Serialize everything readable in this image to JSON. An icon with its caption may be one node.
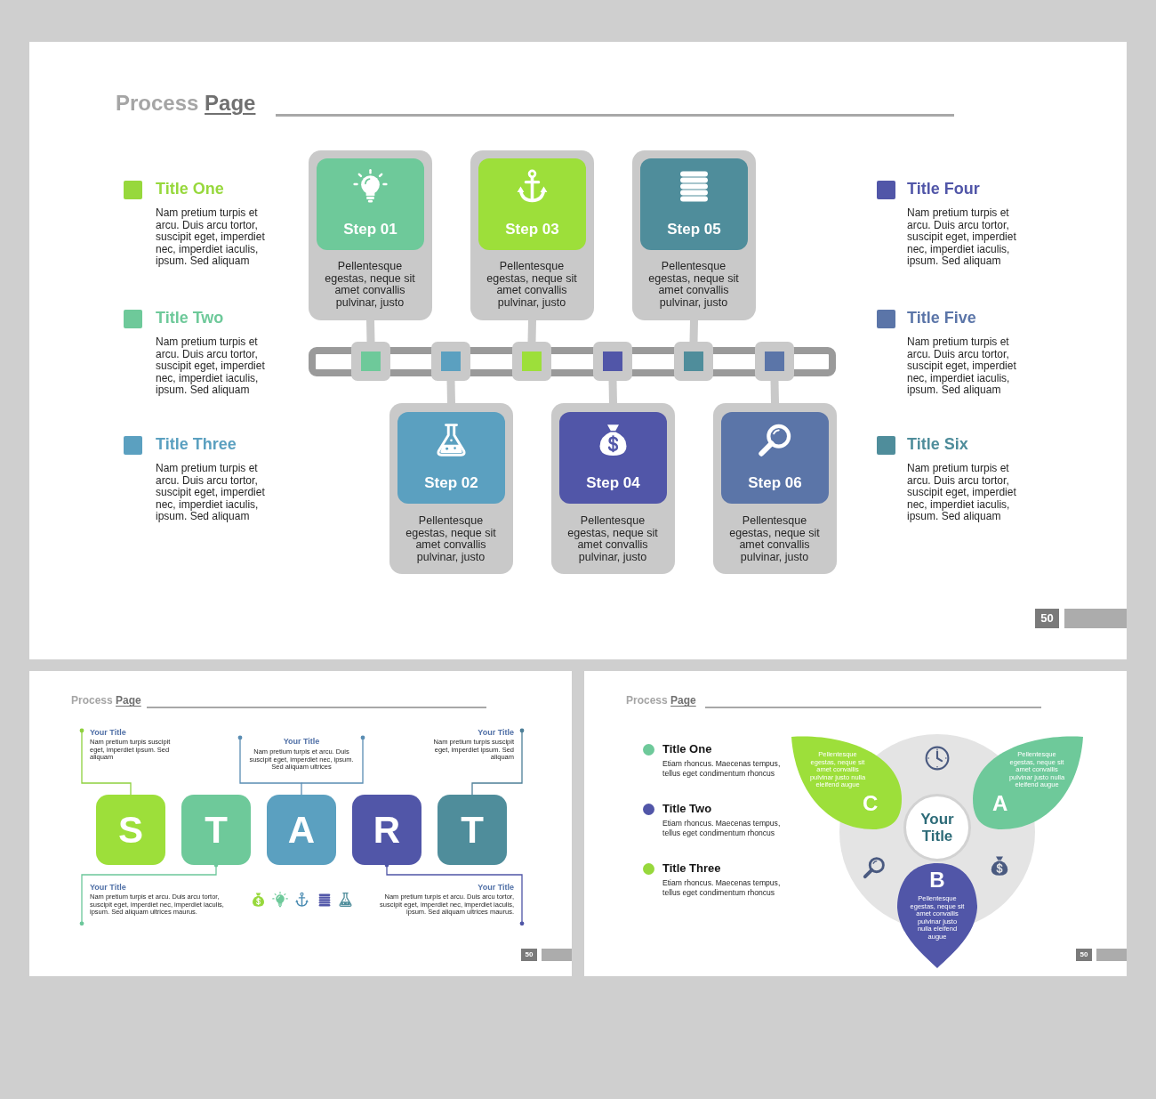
{
  "diagram": {
    "nodes": [
      {
        "text": [
          "Process Page"
        ]
      },
      {
        "text": [
          "Pellentesque egestas, neque sit amet convallis pulvinar, justo"
        ],
        "in": 0
      },
      {
        "text": [
          "Step 01"
        ],
        "in": 1
      },
      {
        "text": [
          "Pellentesque egestas, neque sit amet convallis pulvinar, justo"
        ],
        "in": 0
      },
      {
        "text": [
          "Step 03"
        ],
        "in": 3
      },
      {
        "text": [
          "Pellentesque egestas, neque sit amet convallis pulvinar, justo"
        ],
        "in": 0
      },
      {
        "text": [
          "Step 05"
        ],
        "in": 5
      },
      {
        "text": [],
        "shape": "box",
        "in": 0
      },
      {
        "text": [],
        "shape": "box",
        "in": 0
      },
      {
        "text": [],
        "shape": "box",
        "in": 0
      },
      {
        "text": [],
        "shape": "box",
        "in": 0
      },
      {
        "text": [],
        "shape": "box",
        "in": 0
      },
      {
        "text": [],
        "shape": "box",
        "in": 0
      },
      {
        "text": [
          "Pellentesque egestas, neque sit amet convallis pulvinar, justo"
        ],
        "in": 0
      },
      {
        "text": [
          "Step 02"
        ],
        "in": 13
      },
      {
        "text": [
          "Pellentesque egestas, neque sit amet convallis pulvinar, justo"
        ],
        "in": 0
      },
      {
        "text": [
          "Step 04"
        ],
        "in": 15
      },
      {
        "text": [
          "Pellentesque egestas, neque sit amet convallis pulvinar, justo"
        ],
        "in": 0
      },
      {
        "text": [
          "Step 06"
        ],
        "in": 17
      },
      {
        "text": [
          "50"
        ],
        "in": 0
      },
      {
        "text": [
          "Process Page"
        ]
      },
      {
        "text": [
          "Your Title",
          "Nam pretium turpis suscipit eget, imperdiet ipsum. Sed aliquam"
        ],
        "in": 20
      },
      {
        "text": [
          "Your Title",
          "Nam pretium turpis et arcu. Duis suscipit eget, imperdiet nec, ipsum. Sed aliquam ultrices"
        ],
        "in": 20
      },
      {
        "text": [
          "Your Title",
          "Nam pretium turpis suscipit eget, imperdiet ipsum. Sed aliquam"
        ],
        "in": 20
      },
      {
        "text": [
          "S"
        ],
        "in": 20
      },
      {
        "text": [
          "T"
        ],
        "in": 20
      },
      {
        "text": [
          "A"
        ],
        "in": 20
      },
      {
        "text": [
          "R"
        ],
        "in": 20
      },
      {
        "text": [
          "T"
        ],
        "in": 20
      },
      {
        "text": [
          "Your Title",
          "Nam pretium turpis et arcu. Duis arcu tortor, suscipit eget, imperdiet nec, imperdiet iaculis, ipsum. Sed aliquam ultrices maurus."
        ],
        "in": 20
      },
      {
        "text": [
          "Your Title",
          "Nam pretium turpis et arcu. Duis arcu tortor, suscipit eget, imperdiet nec, imperdiet iaculis, ipsum. Sed aliquam ultrices maurus."
        ],
        "in": 20
      },
      {
        "text": [
          "50"
        ],
        "in": 20
      },
      {
        "text": [
          "Process Page"
        ]
      },
      {
        "text": [
          "Pellentesque egestas, neque sit amet convallis pulvinar justo nulla eleifend augue",
          "C"
        ],
        "in": 32
      },
      {
        "text": [
          "Pellentesque egestas, neque sit amet convallis pulvinar justo nulla eleifend augue",
          "A"
        ],
        "in": 32
      },
      {
        "text": [
          "Your Title"
        ],
        "in": 32
      },
      {
        "text": [
          "B",
          "Pellentesque egestas, neque sit amet convallis pulvinar justo nulla eleifend augue"
        ],
        "in": 32
      },
      {
        "text": [
          "50"
        ],
        "in": 32
      }
    ],
    "edges": [
      {
        "from": 1,
        "to": 7,
        "arrow": "none"
      },
      {
        "from": 13,
        "to": 8,
        "arrow": "none"
      },
      {
        "from": 3,
        "to": 9,
        "arrow": "none"
      },
      {
        "from": 15,
        "to": 10,
        "arrow": "none"
      },
      {
        "from": 5,
        "to": 11,
        "arrow": "none"
      },
      {
        "from": 17,
        "to": 12,
        "arrow": "none"
      },
      {
        "from": 21,
        "to": 24,
        "arrow": "other",
        "color": "#8fd13f"
      },
      {
        "from": 22,
        "to": 26,
        "arrow": "other",
        "color": "#5a8db3"
      },
      {
        "from": 23,
        "to": 28,
        "arrow": "other",
        "color": "#4e7f98"
      },
      {
        "from": 29,
        "to": 25,
        "arrow": "other",
        "color": "#6cc79a"
      },
      {
        "from": 30,
        "to": 27,
        "arrow": "other",
        "color": "#4f55a6"
      }
    ],
    "labels": [
      "Nam pretium turpis et arcu. Duis arcu tortor, suscipit eget, imperdiet nec, imperdiet iaculis, ipsum. Sed aliquam",
      "Nam pretium turpis et arcu. Duis arcu tortor, suscipit eget, imperdiet nec, imperdiet iaculis, ipsum. Sed aliquam",
      "Nam pretium turpis et arcu. Duis arcu tortor, suscipit eget, imperdiet nec, imperdiet iaculis, ipsum. Sed aliquam",
      "Nam pretium turpis et arcu. Duis arcu tortor, suscipit eget, imperdiet nec, imperdiet iaculis, ipsum. Sed aliquam",
      "Nam pretium turpis et arcu. Duis arcu tortor, suscipit eget, imperdiet nec, imperdiet iaculis, ipsum. Sed aliquam",
      "Nam pretium turpis et arcu. Duis arcu tortor, suscipit eget, imperdiet nec, imperdiet iaculis, ipsum. Sed aliquam",
      "Etiam rhoncus. Maecenas tempus, tellus eget condimentum rhoncus",
      "Etiam rhoncus. Maecenas tempus, tellus eget condimentum rhoncus",
      "Etiam rhoncus. Maecenas tempus, tellus eget condimentum rhoncus"
    ],
    "legend": [
      {
        "text": "Title One",
        "color": "#97d83c"
      },
      {
        "text": "Title Two",
        "color": "#6ec99a"
      },
      {
        "text": "Title Three",
        "color": "#5ba0c0"
      },
      {
        "text": "Title Four",
        "color": "#5156a8"
      },
      {
        "text": "Title Five",
        "color": "#5b75a8"
      },
      {
        "text": "Title Six",
        "color": "#4f8d9b"
      },
      {
        "text": "Title One",
        "color": "#6ec99a"
      },
      {
        "text": "Title Two",
        "color": "#5156a8"
      },
      {
        "text": "Title Three",
        "color": "#97d83c"
      }
    ]
  }
}
